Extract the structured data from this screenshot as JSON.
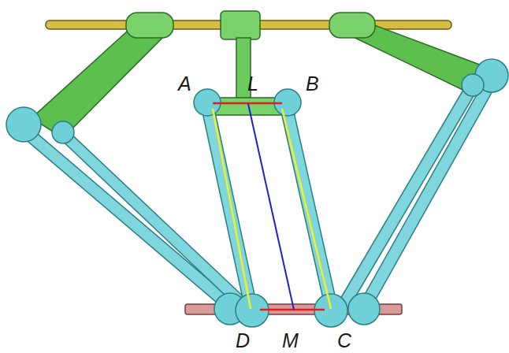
{
  "diagram": {
    "labels": [
      "A",
      "L",
      "B",
      "D",
      "M",
      "C"
    ]
  }
}
